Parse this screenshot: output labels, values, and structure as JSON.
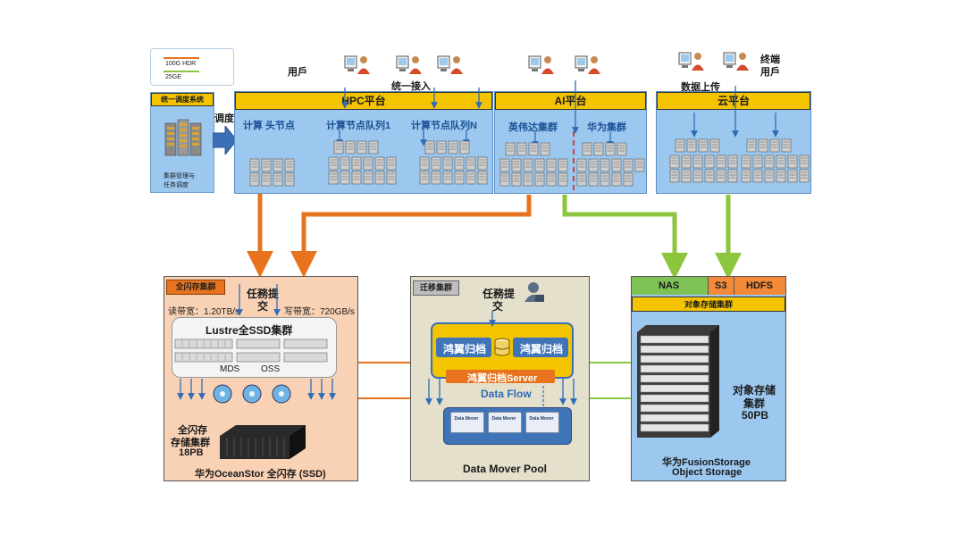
{
  "legend": {
    "items": [
      {
        "label": "100G HDR",
        "color": "#e8731e"
      },
      {
        "label": "25GE",
        "color": "#8cc63f"
      }
    ]
  },
  "scheduler": {
    "title": "统一调度系统",
    "caption_line1": "集群管理与",
    "caption_line2": "任务调度",
    "arrow_label": "调度"
  },
  "users": {
    "label_user": "用戶",
    "label_unified": "统一接入",
    "label_terminal_line1": "终端",
    "label_terminal_line2": "用戶",
    "label_upload": "数据上传"
  },
  "hpc": {
    "title": "HPC平台",
    "sub_head": "计算  头节点",
    "sub_q1": "计算节点队列1",
    "sub_qn": "计算节点队列N"
  },
  "ai": {
    "title": "AI平台",
    "sub_nvidia": "英伟达集群",
    "sub_huawei": "华为集群"
  },
  "cloud": {
    "title": "云平台"
  },
  "flash": {
    "tag": "全闪存集群",
    "task_line1": "任務提",
    "task_line2": "交",
    "read_bw": "读带宽：1.20TB/s",
    "write_bw": "写带宽：720GB/s",
    "lustre": "Lustre全SSD集群",
    "mds": "MDS",
    "oss": "OSS",
    "cap_line1": "全闪存",
    "cap_line2": "存储集群",
    "cap_line3": "18PB",
    "footer": "华为OceanStor 全闪存 (SSD)"
  },
  "migration": {
    "tag": "迁移集群",
    "task_line1": "任務提",
    "task_line2": "交",
    "archive_left": "鸿翼归档",
    "archive_right": "鸿翼归档",
    "server": "鸿翼归档Server",
    "flow": "Data Flow",
    "mover": "Data Mover",
    "footer": "Data Mover Pool"
  },
  "object": {
    "nas": "NAS",
    "s3": "S3",
    "hdfs": "HDFS",
    "title": "对象存储集群",
    "cap_line1": "对象存储",
    "cap_line2": "集群",
    "cap_line3": "50PB",
    "footer_line1": "华为FusionStorage",
    "footer_line2": "Object Storage"
  }
}
